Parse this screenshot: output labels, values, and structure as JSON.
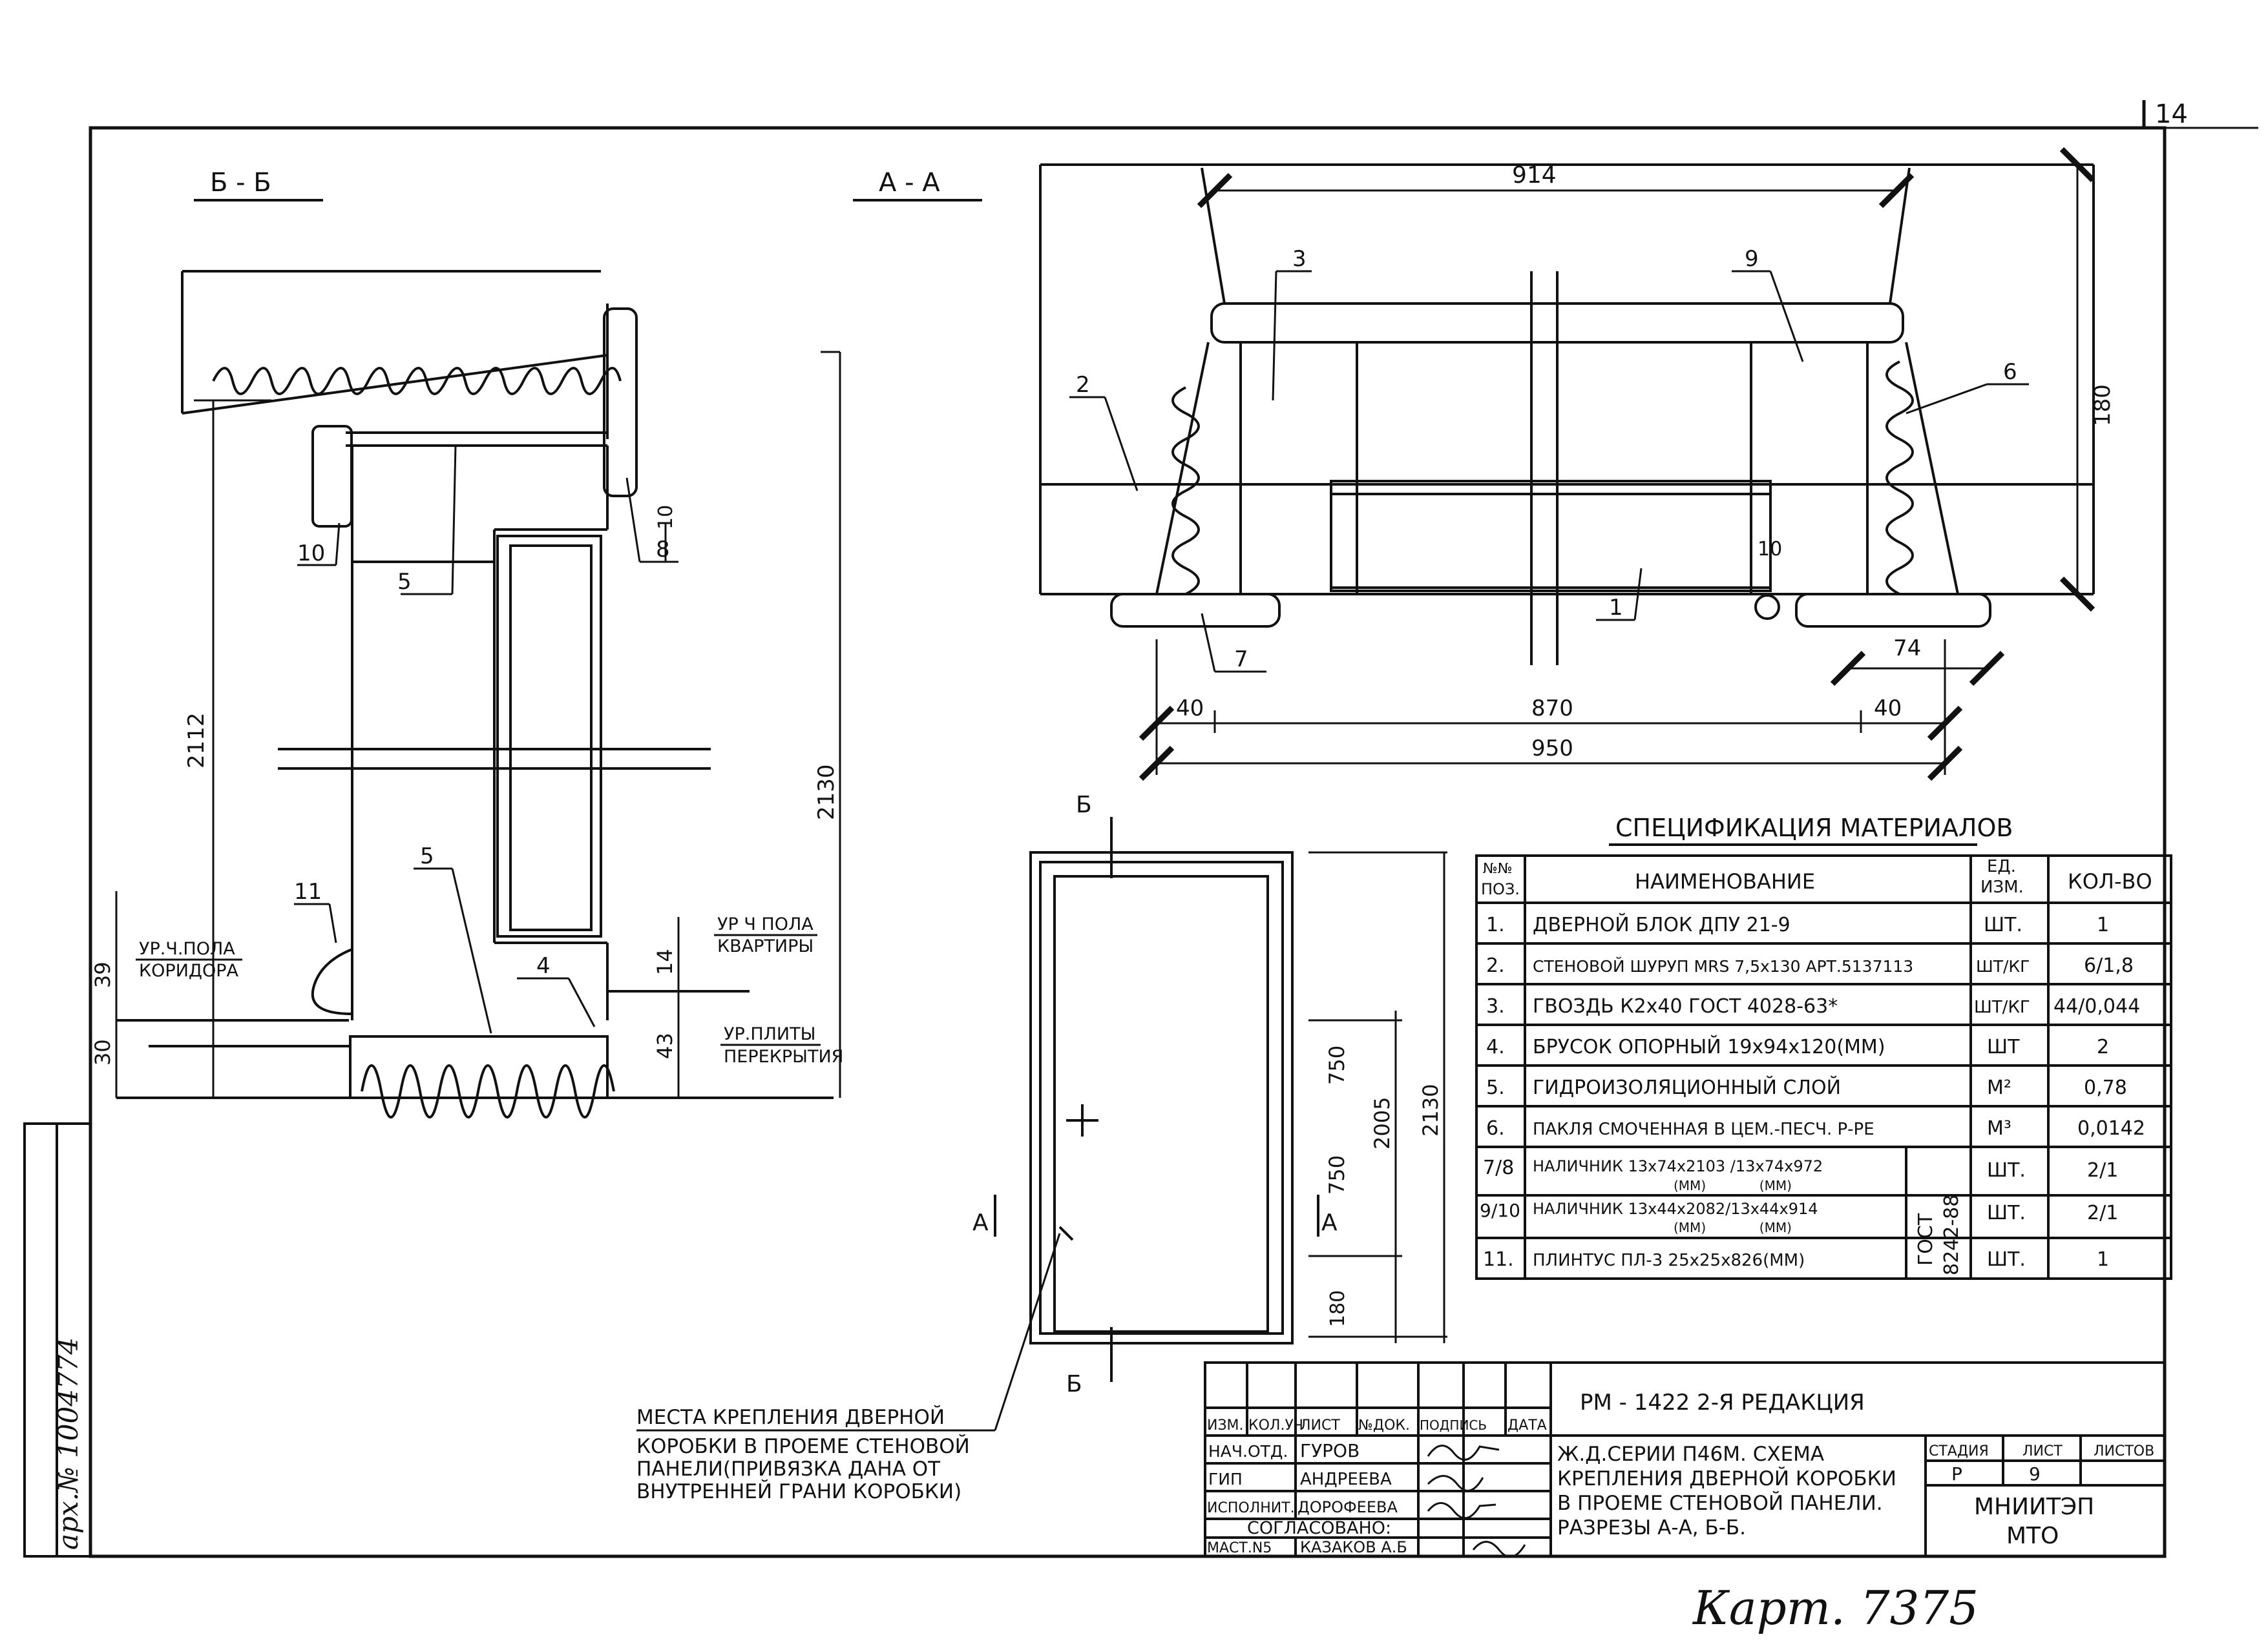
{
  "sheet": {
    "page_number": "14",
    "archive_mark": "арх.№ 1004774",
    "card_label": "Карт. 7375"
  },
  "section_bb": {
    "title": "Б - Б",
    "dims": {
      "total_height": "2112",
      "opening_height": "2130",
      "d39": "39",
      "d30": "30",
      "d43": "43",
      "d14": "14",
      "d10": "10"
    },
    "callouts": {
      "c10": "10",
      "c5a": "5",
      "c8": "8",
      "c11": "11",
      "c5b": "5",
      "c4": "4"
    },
    "labels": {
      "corridor_1": "УР.Ч.ПОЛА",
      "corridor_2": "КОРИДОРА",
      "apartment_1": "УР Ч ПОЛА",
      "apartment_2": "КВАРТИРЫ",
      "slab_1": "УР.ПЛИТЫ",
      "slab_2": "ПЕРЕКРЫТИЯ"
    }
  },
  "section_aa": {
    "title": "А - А",
    "dims": {
      "d914": "914",
      "d180": "180",
      "d74": "74",
      "d40a": "40",
      "d870": "870",
      "d40b": "40",
      "d950": "950",
      "d10": "10"
    },
    "callouts": {
      "c3": "3",
      "c9": "9",
      "c2": "2",
      "c6": "6",
      "c1": "1",
      "c7": "7"
    }
  },
  "elevation": {
    "cut_b": "Б",
    "cut_a": "А",
    "dims": {
      "d750a": "750",
      "d750b": "750",
      "d2005": "2005",
      "d2130": "2130",
      "d180": "180"
    },
    "note": [
      "МЕСТА КРЕПЛЕНИЯ ДВЕРНОЙ",
      "КОРОБКИ В ПРОЕМЕ СТЕНОВОЙ",
      "ПАНЕЛИ(ПРИВЯЗКА ДАНА ОТ",
      "ВНУТРЕННЕЙ ГРАНИ КОРОБКИ)"
    ]
  },
  "spec": {
    "title": "СПЕЦИФИКАЦИЯ МАТЕРИАЛОВ",
    "headers": {
      "pos_1": "№№",
      "pos_2": "ПОЗ.",
      "name": "НАИМЕНОВАНИЕ",
      "unit_1": "ЕД.",
      "unit_2": "ИЗМ.",
      "qty": "КОЛ-ВО"
    },
    "rows": [
      {
        "pos": "1.",
        "name": "ДВЕРНОЙ БЛОК ДПУ 21-9",
        "name_sub": "",
        "unit": "ШТ.",
        "qty": "1"
      },
      {
        "pos": "2.",
        "name": "СТЕНОВОЙ ШУРУП MRS 7,5х130 АРТ.5137113",
        "name_sub": "",
        "unit": "ШТ/КГ",
        "qty": "6/1,8"
      },
      {
        "pos": "3.",
        "name": "ГВОЗДЬ К2х40 ГОСТ 4028-63*",
        "name_sub": "",
        "unit": "ШТ/КГ",
        "qty": "44/0,044"
      },
      {
        "pos": "4.",
        "name": "БРУСОК ОПОРНЫЙ 19х94х120(ММ)",
        "name_sub": "",
        "unit": "ШТ",
        "qty": "2"
      },
      {
        "pos": "5.",
        "name": "ГИДРОИЗОЛЯЦИОННЫЙ СЛОЙ",
        "name_sub": "",
        "unit": "М²",
        "qty": "0,78"
      },
      {
        "pos": "6.",
        "name": "ПАКЛЯ СМОЧЕННАЯ В ЦЕМ.-ПЕСЧ. Р-РЕ",
        "name_sub": "",
        "unit": "М³",
        "qty": "0,0142"
      },
      {
        "pos": "7/8",
        "name": "НАЛИЧНИК 13х74х2103 /13х74х972",
        "name_sub": "(ММ)             (ММ)",
        "unit": "ШТ.",
        "qty": "2/1"
      },
      {
        "pos": "9/10",
        "name": "НАЛИЧНИК 13х44х2082/13х44х914",
        "name_sub": "(ММ)             (ММ)",
        "unit": "ШТ.",
        "qty": "2/1"
      },
      {
        "pos": "11.",
        "name": "ПЛИНТУС ПЛ-3 25х25х826(ММ)",
        "name_sub": "",
        "unit": "ШТ.",
        "qty": "1"
      }
    ],
    "gost_1": "ГОСТ",
    "gost_2": "8242-88"
  },
  "title_block": {
    "headers": [
      "ИЗМ.",
      "КОЛ.УЧ",
      "ЛИСТ",
      "№ДОК.",
      "ПОДПИСЬ",
      "ДАТА"
    ],
    "staff": [
      {
        "role": "НАЧ.ОТД.",
        "name": "ГУРОВ"
      },
      {
        "role": "ГИП",
        "name": "АНДРЕЕВА"
      },
      {
        "role": "ИСПОЛНИТ.",
        "name": "ДОРОФЕЕВА"
      }
    ],
    "agreed": "СОГЛАСОВАНО:",
    "mast": {
      "role": "МАСТ.N5",
      "name": "КАЗАКОВ А.Б"
    },
    "document": "РМ - 1422  2-Я РЕДАКЦИЯ",
    "description": [
      "Ж.Д.СЕРИИ П46М. СХЕМА",
      "КРЕПЛЕНИЯ ДВЕРНОЙ КОРОБКИ",
      "В ПРОЕМЕ СТЕНОВОЙ ПАНЕЛИ.",
      "РАЗРЕЗЫ А-А, Б-Б."
    ],
    "stage_label": "СТАДИЯ",
    "sheet_label": "ЛИСТ",
    "sheets_label": "ЛИСТОВ",
    "stage": "Р",
    "sheet": "9",
    "sheets": "",
    "org_1": "МНИИТЭП",
    "org_2": "МТО"
  }
}
